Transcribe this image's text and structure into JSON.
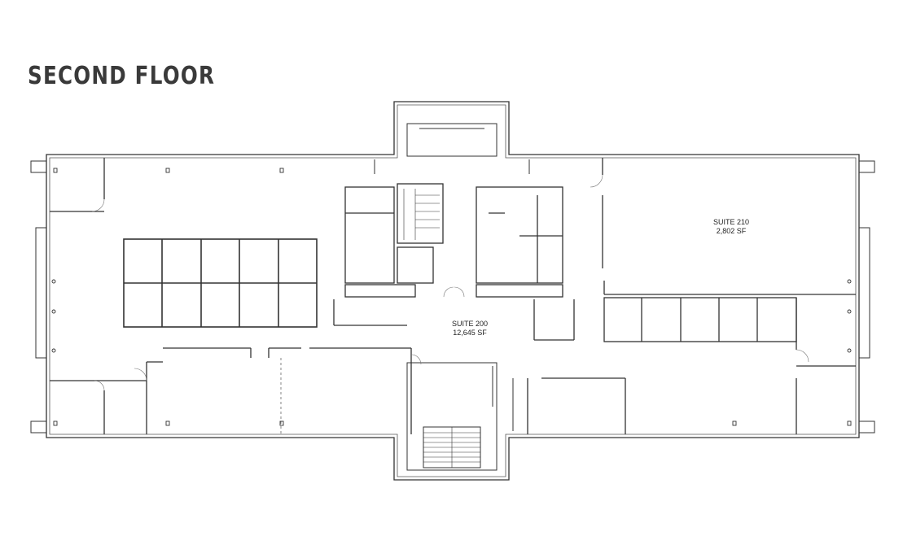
{
  "title": "SECOND FLOOR",
  "suites": [
    {
      "name": "SUITE 200",
      "area": "12,645 SF"
    },
    {
      "name": "SUITE 210",
      "area": "2,802 SF"
    }
  ],
  "colors": {
    "line": "#333333",
    "light_line": "#999999",
    "text": "#222222",
    "title": "#3a3a3a"
  }
}
